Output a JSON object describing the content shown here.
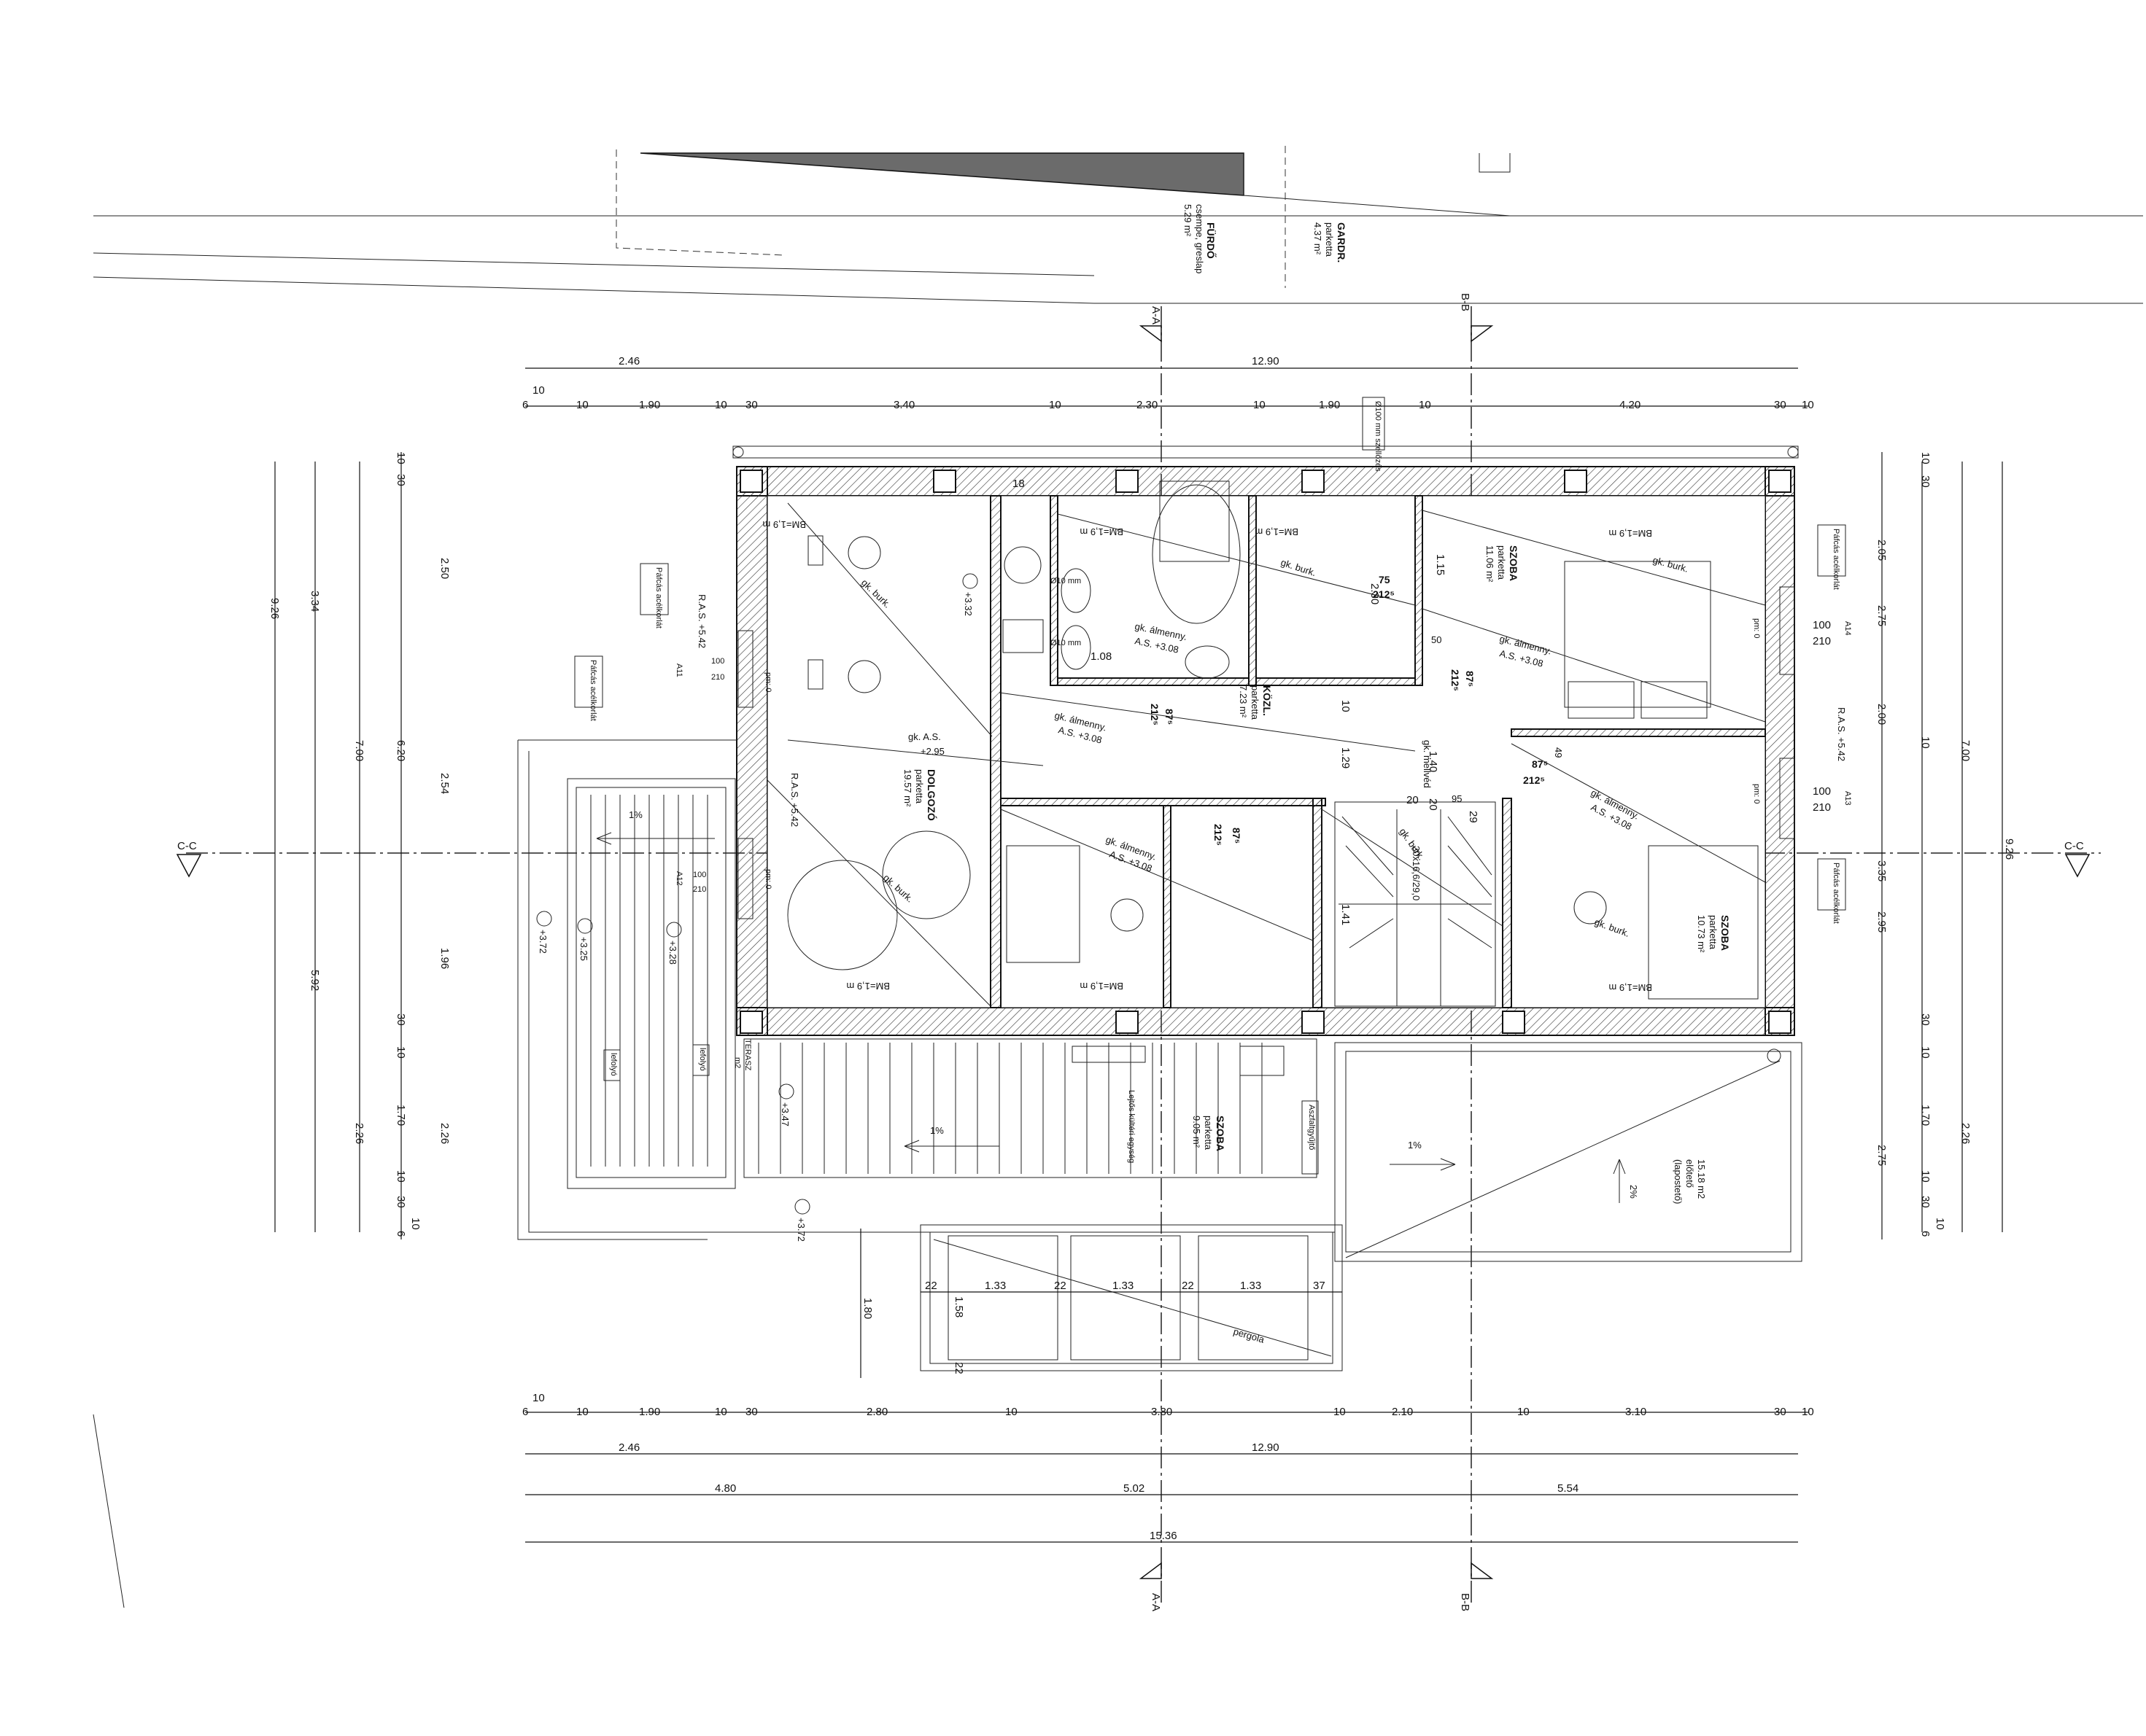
{
  "sections": {
    "a": "A-A",
    "b": "B-B",
    "c": "C-C"
  },
  "dims": {
    "top_1": [
      "2.46",
      "12.90"
    ],
    "top_2": [
      "6",
      "10",
      "10",
      "1.90",
      "10",
      "30",
      "3.40",
      "10",
      "2.30",
      "10",
      "1.90",
      "10",
      "4.20",
      "30",
      "10"
    ],
    "bottom_1": [
      "6",
      "10",
      "10",
      "1.90",
      "10",
      "30",
      "2.80",
      "10",
      "3.80",
      "10",
      "2.10",
      "10",
      "3.10",
      "30",
      "10"
    ],
    "bottom_2": [
      "2.46",
      "12.90"
    ],
    "bottom_3": [
      "4.80",
      "5.02",
      "5.54"
    ],
    "bottom_4": [
      "15.36"
    ],
    "left_outer": [
      "3.34",
      "7.00",
      "5.92"
    ],
    "left_mid": [
      "6.20",
      "2.26"
    ],
    "left_inner": [
      "10",
      "30",
      "2.50",
      "2.54",
      "1.96",
      "30",
      "10",
      "1.70",
      "2.26",
      "10",
      "30",
      "10",
      "6"
    ],
    "left_total": "9.26",
    "right_inner": [
      "10",
      "30",
      "2.05",
      "2.75",
      "2.00",
      "10",
      "3.35",
      "2.95",
      "30",
      "10",
      "1.70",
      "2.75",
      "10",
      "30",
      "10",
      "6"
    ],
    "right_outer": [
      "7.00",
      "2.26"
    ],
    "right_total": "9.26",
    "pergola": [
      "22",
      "1.33",
      "22",
      "1.33",
      "22",
      "1.33",
      "37"
    ],
    "pergola_depth": [
      "1.80",
      "1.58",
      "22"
    ]
  },
  "rooms": {
    "furdo": {
      "name": "FÜRDŐ",
      "floor": "csempe, greslap",
      "area": "5.29 m²"
    },
    "gardr": {
      "name": "GARDR.",
      "floor": "parketta",
      "area": "4.37 m²"
    },
    "szoba1": {
      "name": "SZOBA",
      "floor": "parketta",
      "area": "11.06 m²"
    },
    "kozl": {
      "name": "KÖZL.",
      "floor": "parketta",
      "area": "7.23 m²"
    },
    "dolgozo": {
      "name": "DOLGOZÓ",
      "floor": "parketta",
      "area": "19.57 m²"
    },
    "szoba2": {
      "name": "SZOBA",
      "floor": "parketta",
      "area": "10.73 m²"
    },
    "szoba3": {
      "name": "SZOBA",
      "floor": "parketta",
      "area": "9.05 m²"
    },
    "eloteto": {
      "area": "15.18 m2",
      "name": "előtető",
      "note": "(lapostető)"
    }
  },
  "labels": {
    "bm": "BM=1,9 m",
    "gk_burk": "gk. burk.",
    "gk_almenny": "gk. álmenny.",
    "as308": "A.S. +3.08",
    "gk_as": "gk. A.S.",
    "as295": "+2.95",
    "ras": "R.A.S. +5.42",
    "pales": "Páfcás acélkorlát",
    "vent": "Ø100 mm szellőzés",
    "pergola": "pergola",
    "pct1": "1%",
    "pct2": "2%",
    "lev": [
      "+3.32",
      "+3.72",
      "+3.25",
      "+3.28",
      "+3.47",
      "+3.72"
    ],
    "lepcso": "20x16,6/29,0",
    "gk_mellvez": "gk. mellvéd",
    "lefolyo": "lefolyó",
    "lefolyo2": "lefolyó",
    "folyoka": "Lejtős kültéri egység",
    "azfr": "Aszfaltgyűjtő",
    "terasz": "TERASZ",
    "terasz_area": "m2"
  },
  "windows": {
    "a11": {
      "id": "A11",
      "w": "100",
      "h": "210",
      "pm": "pm: 0"
    },
    "a12": {
      "id": "A12",
      "w": "100",
      "h": "210",
      "pm": "pm: 0"
    },
    "a13": {
      "id": "A13",
      "w": "100",
      "h": "210",
      "pm": "pm: 0"
    },
    "a14": {
      "id": "A14",
      "w": "100",
      "h": "210",
      "pm": "pm: 0"
    }
  },
  "doors": [
    "75",
    "212⁵",
    "87⁵",
    "212⁵",
    "87⁵",
    "212⁵",
    "87⁵",
    "212⁵",
    "50",
    "87⁵",
    "212⁵",
    "49",
    "95"
  ],
  "misc": {
    "d115": "1.15",
    "d230": "2.30",
    "d108": "1.08",
    "d129": "1.29",
    "d140": "1.40",
    "d141": "1.41",
    "d20": "20",
    "d18": "18",
    "d10": "10",
    "d20b": "20",
    "d29": "29",
    "ws": "Ø10 mm",
    "ws2": "Ø10 mm"
  }
}
